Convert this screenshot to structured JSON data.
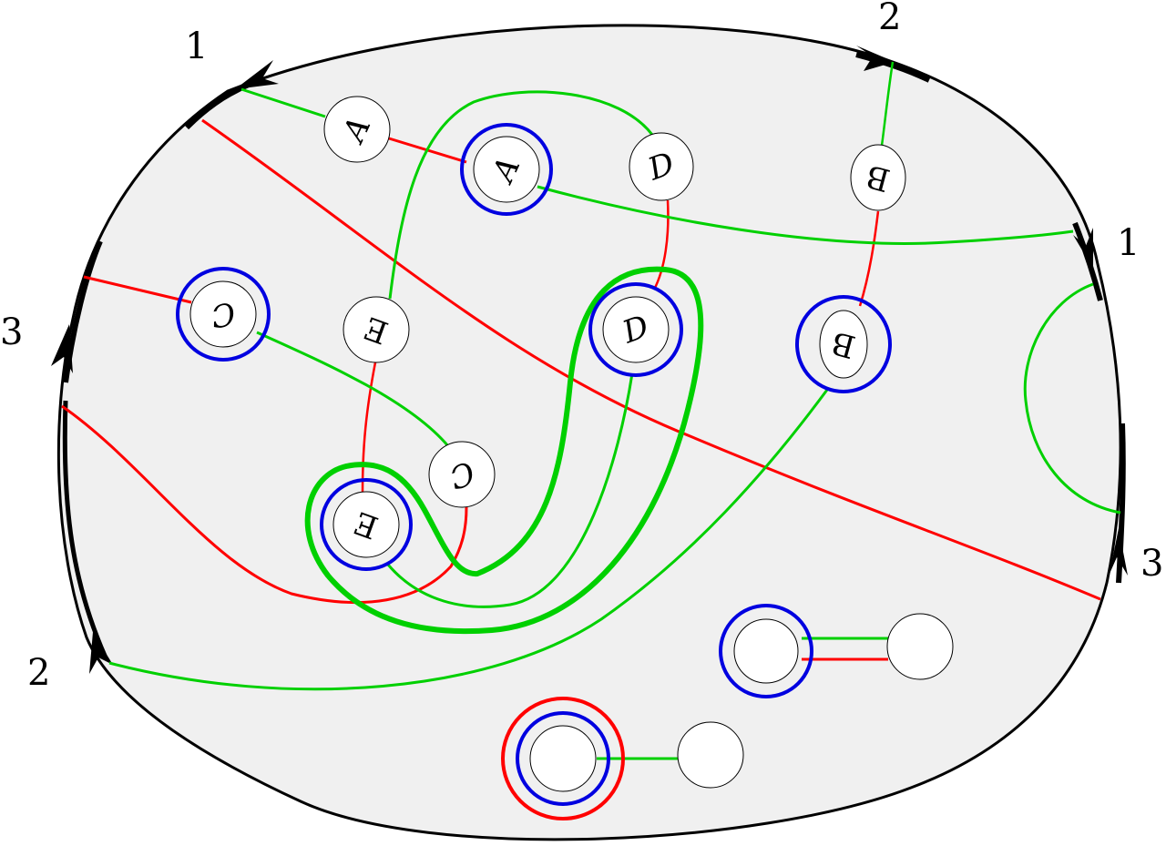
{
  "diagram": {
    "type": "surface-with-arcs",
    "colors": {
      "surface_fill": "#f0f0f0",
      "boundary": "#000000",
      "arc_green": "#00d000",
      "arc_red": "#ff0000",
      "ring_blue": "#0000e0",
      "ring_red": "#ff0000",
      "disk_fill": "#ffffff"
    },
    "edge_labels": {
      "top_left": "1",
      "top_right": "2",
      "right_upper": "1",
      "right_lower": "3",
      "left_upper": "3",
      "left_lower": "2"
    },
    "disks": [
      {
        "id": "A-plain",
        "letter": "A",
        "ring": "none"
      },
      {
        "id": "A-ringed",
        "letter": "A",
        "ring": "blue"
      },
      {
        "id": "D-plain",
        "letter": "D",
        "ring": "none"
      },
      {
        "id": "D-ringed",
        "letter": "D",
        "ring": "blue"
      },
      {
        "id": "B-plain",
        "letter": "B",
        "ring": "none"
      },
      {
        "id": "B-ringed",
        "letter": "B",
        "ring": "blue"
      },
      {
        "id": "C-ringed",
        "letter": "C",
        "ring": "blue"
      },
      {
        "id": "C-plain",
        "letter": "C",
        "ring": "none"
      },
      {
        "id": "E-plain",
        "letter": "E",
        "ring": "none"
      },
      {
        "id": "E-ringed",
        "letter": "E",
        "ring": "blue"
      },
      {
        "id": "blank-1-ringed",
        "letter": "",
        "ring": "blue"
      },
      {
        "id": "blank-1-plain",
        "letter": "",
        "ring": "none"
      },
      {
        "id": "blank-2-ringed",
        "letter": "",
        "ring": "blue+red"
      },
      {
        "id": "blank-2-plain",
        "letter": "",
        "ring": "none"
      }
    ]
  }
}
